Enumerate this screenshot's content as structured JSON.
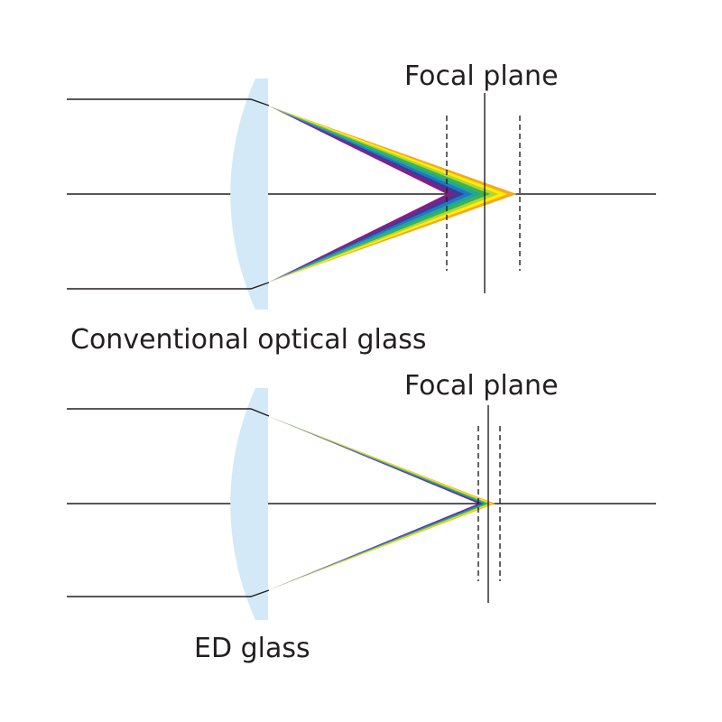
{
  "panels": [
    {
      "id": "conventional",
      "focal_label": "Focal plane",
      "caption": "Conventional optical glass"
    },
    {
      "id": "ed",
      "focal_label": "Focal plane",
      "caption": "ED glass"
    }
  ],
  "colors": {
    "lens": "#d3e9f7",
    "line": "#231f20",
    "spectrum": [
      "#8b1a89",
      "#3a3c96",
      "#1f78c0",
      "#1fa79a",
      "#3bb54a",
      "#b7d433",
      "#fff000",
      "#f7a81c"
    ]
  }
}
